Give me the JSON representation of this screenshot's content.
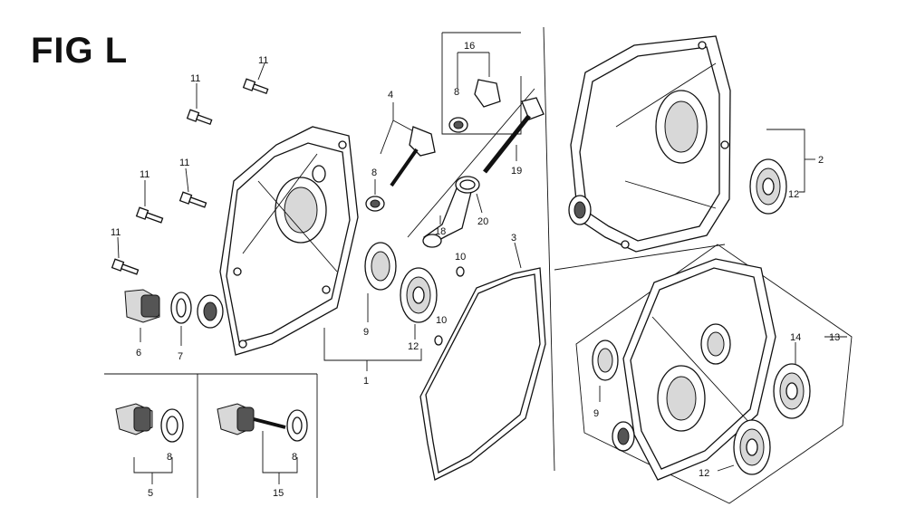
{
  "figure": {
    "title": "FIG L"
  },
  "callouts": {
    "c1": "1",
    "c2": "2",
    "c3": "3",
    "c4": "4",
    "c5": "5",
    "c6": "6",
    "c7": "7",
    "c8a": "8",
    "c8b": "8",
    "c8c": "8",
    "c8d": "8",
    "c9a": "9",
    "c9b": "9",
    "c10a": "10",
    "c10b": "10",
    "c11a": "11",
    "c11b": "11",
    "c11c": "11",
    "c11d": "11",
    "c11e": "11",
    "c12a": "12",
    "c12b": "12",
    "c12c": "12",
    "c13": "13",
    "c14": "14",
    "c15": "15",
    "c16": "16",
    "c18": "18",
    "c19": "19",
    "c20": "20"
  }
}
